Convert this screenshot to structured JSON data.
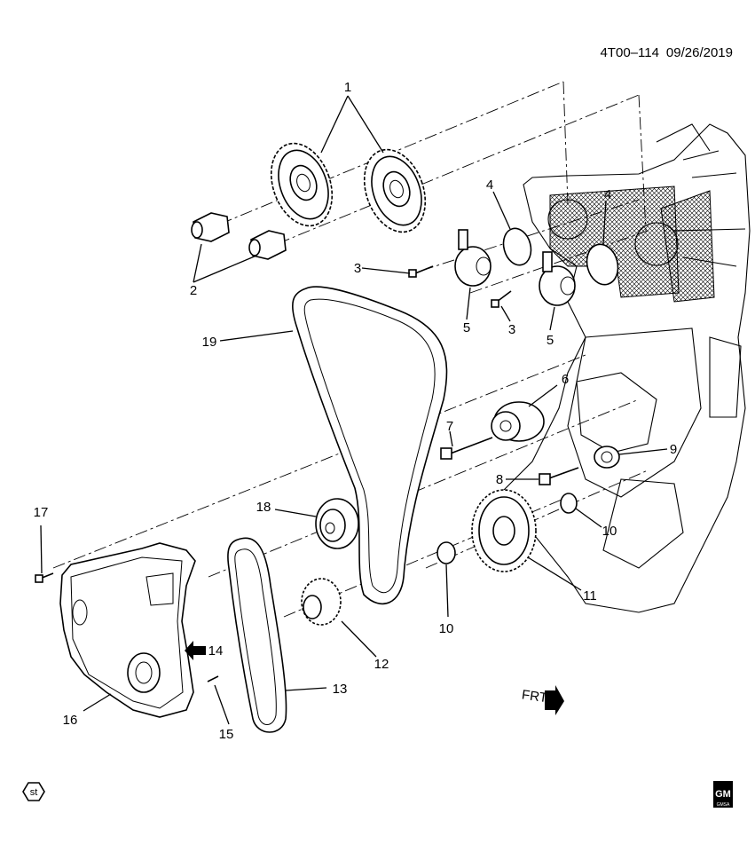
{
  "header": {
    "doc_id": "4T00–114",
    "date": "09/26/2019"
  },
  "callouts": [
    "1",
    "2",
    "3",
    "3",
    "4",
    "4",
    "5",
    "5",
    "6",
    "7",
    "8",
    "9",
    "10",
    "10",
    "11",
    "12",
    "13",
    "14",
    "15",
    "16",
    "17",
    "18",
    "19"
  ],
  "direction_label": "FRT",
  "badges": {
    "st": "st",
    "gm_top": "GM",
    "gm_bottom": "GMSA"
  }
}
